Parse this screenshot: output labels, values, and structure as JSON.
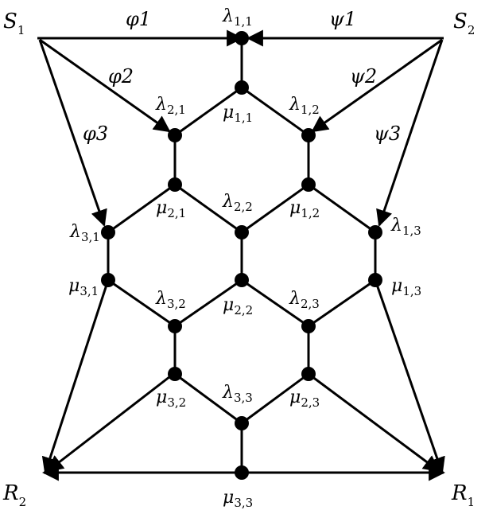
{
  "terminals": {
    "S1": {
      "base": "S",
      "sub": "1"
    },
    "S2": {
      "base": "S",
      "sub": "2"
    },
    "R1": {
      "base": "R",
      "sub": "1"
    },
    "R2": {
      "base": "R",
      "sub": "2"
    }
  },
  "source_edges": {
    "phi1": "φ1",
    "phi2": "φ2",
    "phi3": "φ3",
    "psi1": "ψ1",
    "psi2": "ψ2",
    "psi3": "ψ3"
  },
  "nodes": {
    "lambda11": {
      "base": "λ",
      "sub": "1,1"
    },
    "mu11": {
      "base": "μ",
      "sub": "1,1"
    },
    "lambda21": {
      "base": "λ",
      "sub": "2,1"
    },
    "lambda12": {
      "base": "λ",
      "sub": "1,2"
    },
    "mu21": {
      "base": "μ",
      "sub": "2,1"
    },
    "lambda22": {
      "base": "λ",
      "sub": "2,2"
    },
    "mu12": {
      "base": "μ",
      "sub": "1,2"
    },
    "lambda31": {
      "base": "λ",
      "sub": "3,1"
    },
    "lambda13": {
      "base": "λ",
      "sub": "1,3"
    },
    "mu31": {
      "base": "μ",
      "sub": "3,1"
    },
    "mu22": {
      "base": "μ",
      "sub": "2,2"
    },
    "mu13": {
      "base": "μ",
      "sub": "1,3"
    },
    "lambda32": {
      "base": "λ",
      "sub": "3,2"
    },
    "lambda23": {
      "base": "λ",
      "sub": "2,3"
    },
    "mu32": {
      "base": "μ",
      "sub": "3,2"
    },
    "lambda33": {
      "base": "λ",
      "sub": "3,3"
    },
    "mu23": {
      "base": "μ",
      "sub": "2,3"
    },
    "mu33": {
      "base": "μ",
      "sub": "3,3"
    }
  }
}
